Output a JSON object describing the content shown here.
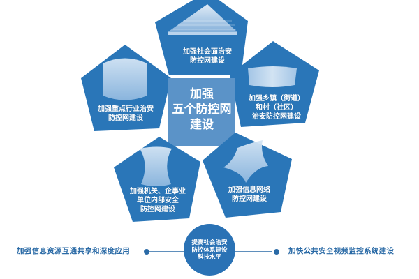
{
  "colors": {
    "pentagon_blue": "#2a76b8",
    "center_blue": "#5b93c8",
    "hub_blue": "#2a72b5",
    "side_text": "#2a6aa6",
    "connector": "#2a6aa6",
    "background": "#ffffff"
  },
  "center": {
    "lines": [
      "加强",
      "五个防控网",
      "建设"
    ]
  },
  "pentagons": [
    {
      "id": "top",
      "lines": [
        "加强社会面治安",
        "防控网建设"
      ],
      "icon": "stepped-pyramid-icon"
    },
    {
      "id": "left",
      "lines": [
        "加强重点行业治安",
        "防控网建设"
      ],
      "icon": "hexagon-shield-icon"
    },
    {
      "id": "right",
      "lines": [
        "加强乡镇（街道）",
        "和村（社区）",
        "治安防控网建设"
      ],
      "icon": "wave-band-icon"
    },
    {
      "id": "bottom-left",
      "lines": [
        "加强机关、企事业",
        "单位内部安全",
        "防控网建设"
      ],
      "icon": "hourglass-shape-icon"
    },
    {
      "id": "bottom-right",
      "lines": [
        "加强信息网络",
        "防控网建设"
      ],
      "icon": "star-cushion-icon"
    }
  ],
  "bottom": {
    "hub_lines": [
      "提高社会治安",
      "防控体系建设",
      "科技水平"
    ],
    "left_text": "加强信息资源互通共享和深度应用",
    "right_text": "加快公共安全视频监控系统建设"
  }
}
